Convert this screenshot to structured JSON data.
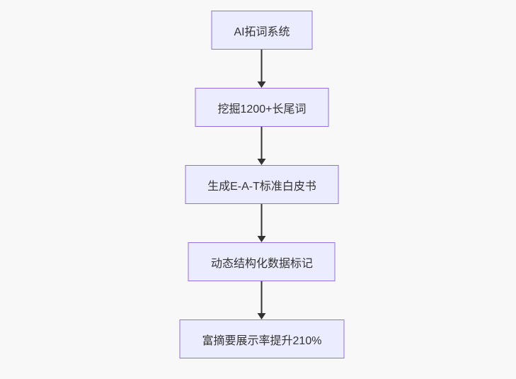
{
  "diagram": {
    "type": "flowchart",
    "direction": "top-down",
    "nodes": [
      {
        "id": "n1",
        "label": "AI拓词系统"
      },
      {
        "id": "n2",
        "label": "挖掘1200+长尾词"
      },
      {
        "id": "n3",
        "label": "生成E-A-T标准白皮书"
      },
      {
        "id": "n4",
        "label": "动态结构化数据标记"
      },
      {
        "id": "n5",
        "label": "富摘要展示率提升210%"
      }
    ],
    "edges": [
      {
        "from": "n1",
        "to": "n2"
      },
      {
        "from": "n2",
        "to": "n3"
      },
      {
        "from": "n3",
        "to": "n4"
      },
      {
        "from": "n4",
        "to": "n5"
      }
    ]
  },
  "colors": {
    "background": "#f8f8f8",
    "node_fill": "#ececff",
    "node_border": "#9370db",
    "node_text": "#333333",
    "arrow": "#333333"
  }
}
